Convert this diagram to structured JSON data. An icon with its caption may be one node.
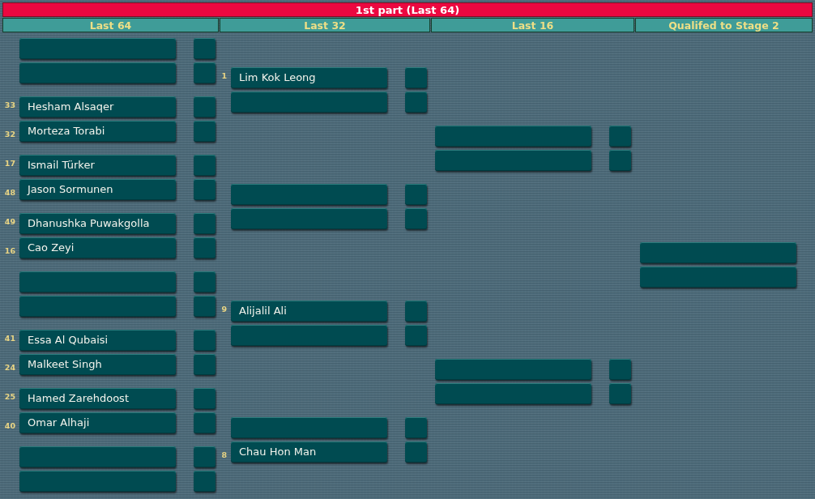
{
  "diagram": {
    "title": "1st part (Last 64)",
    "nodes": [
      {
        "text": [
          "Last 64"
        ]
      },
      {
        "text": [
          "Last 32"
        ]
      },
      {
        "text": [
          "Last 16"
        ]
      },
      {
        "text": [
          "Qualifed to Stage 2"
        ]
      },
      {
        "text": [],
        "shape": "box"
      },
      {
        "text": [],
        "shape": "box"
      },
      {
        "text": [],
        "shape": "box"
      },
      {
        "text": [],
        "shape": "box"
      },
      {
        "text": [
          "Hesham Alsaqer"
        ],
        "beside": [
          "33"
        ]
      },
      {
        "text": [],
        "shape": "box"
      },
      {
        "text": [
          "Morteza Torabi"
        ],
        "beside": [
          "32"
        ]
      },
      {
        "text": [],
        "shape": "box"
      },
      {
        "text": [
          "Ismail Türker"
        ],
        "beside": [
          "17"
        ]
      },
      {
        "text": [],
        "shape": "box"
      },
      {
        "text": [
          "Jason Sormunen"
        ],
        "beside": [
          "48"
        ]
      },
      {
        "text": [],
        "shape": "box"
      },
      {
        "text": [
          "Dhanushka Puwakgolla"
        ],
        "beside": [
          "49"
        ]
      },
      {
        "text": [],
        "shape": "box"
      },
      {
        "text": [
          "Cao Zeyi"
        ],
        "beside": [
          "16"
        ]
      },
      {
        "text": [],
        "shape": "box"
      },
      {
        "text": [],
        "shape": "box"
      },
      {
        "text": [],
        "shape": "box"
      },
      {
        "text": [],
        "shape": "box"
      },
      {
        "text": [],
        "shape": "box"
      },
      {
        "text": [
          "Essa Al Qubaisi"
        ],
        "beside": [
          "41"
        ]
      },
      {
        "text": [],
        "shape": "box"
      },
      {
        "text": [
          "Malkeet Singh"
        ],
        "beside": [
          "24"
        ]
      },
      {
        "text": [],
        "shape": "box"
      },
      {
        "text": [
          "Hamed Zarehdoost"
        ],
        "beside": [
          "25"
        ]
      },
      {
        "text": [],
        "shape": "box"
      },
      {
        "text": [
          "Omar Alhaji"
        ],
        "beside": [
          "40"
        ]
      },
      {
        "text": [],
        "shape": "box"
      },
      {
        "text": [],
        "shape": "box"
      },
      {
        "text": [],
        "shape": "box"
      },
      {
        "text": [],
        "shape": "box"
      },
      {
        "text": [],
        "shape": "box"
      },
      {
        "text": [
          "Lim Kok Leong"
        ],
        "beside": [
          "1"
        ]
      },
      {
        "text": [],
        "shape": "box"
      },
      {
        "text": [],
        "shape": "box"
      },
      {
        "text": [],
        "shape": "box"
      },
      {
        "text": [],
        "shape": "box"
      },
      {
        "text": [],
        "shape": "box"
      },
      {
        "text": [],
        "shape": "box"
      },
      {
        "text": [],
        "shape": "box"
      },
      {
        "text": [
          "Alijalil Ali"
        ],
        "beside": [
          "9"
        ]
      },
      {
        "text": [],
        "shape": "box"
      },
      {
        "text": [],
        "shape": "box"
      },
      {
        "text": [],
        "shape": "box"
      },
      {
        "text": [],
        "shape": "box"
      },
      {
        "text": [],
        "shape": "box"
      },
      {
        "text": [
          "Chau Hon Man"
        ],
        "beside": [
          "8"
        ]
      },
      {
        "text": [],
        "shape": "box"
      },
      {
        "text": [],
        "shape": "box"
      },
      {
        "text": [],
        "shape": "box"
      },
      {
        "text": [],
        "shape": "box"
      },
      {
        "text": [],
        "shape": "box"
      },
      {
        "text": [],
        "shape": "box"
      },
      {
        "text": [],
        "shape": "box"
      },
      {
        "text": [],
        "shape": "box"
      },
      {
        "text": [],
        "shape": "box"
      },
      {
        "text": [],
        "shape": "box"
      },
      {
        "text": [],
        "shape": "box"
      }
    ]
  }
}
